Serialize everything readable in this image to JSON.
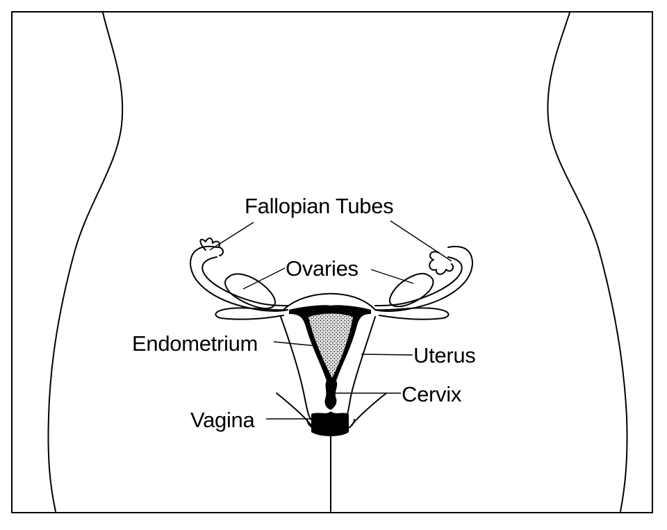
{
  "labels": {
    "fallopian_tubes": "Fallopian Tubes",
    "ovaries": "Ovaries",
    "endometrium": "Endometrium",
    "uterus": "Uterus",
    "cervix": "Cervix",
    "vagina": "Vagina"
  },
  "colors": {
    "ink": "#000000",
    "paper": "#ffffff"
  }
}
